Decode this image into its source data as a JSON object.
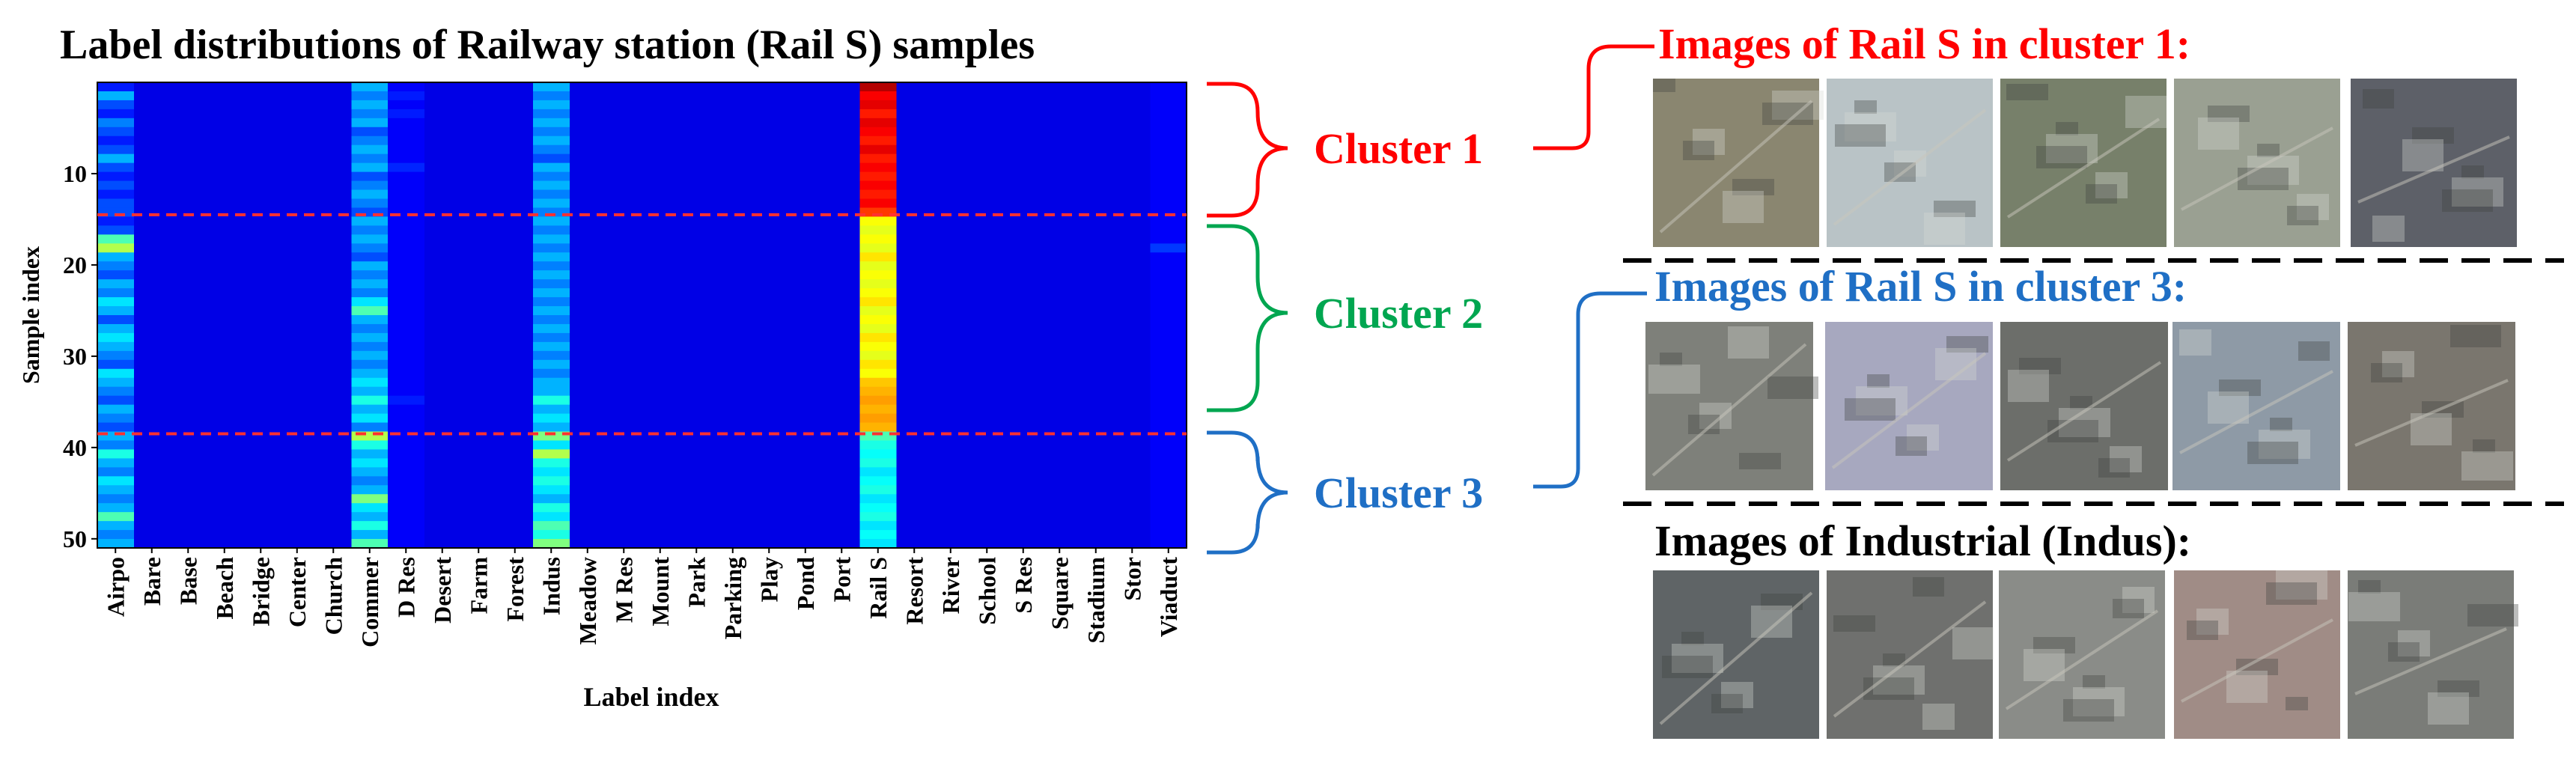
{
  "chart_data": {
    "type": "heatmap",
    "title": "Label distributions of Railway station (Rail S) samples",
    "xlabel": "Label index",
    "ylabel": "Sample index",
    "x_categories": [
      "Airpo",
      "Bare",
      "Base",
      "Beach",
      "Bridge",
      "Center",
      "Church",
      "Commer",
      "D Res",
      "Desert",
      "Farm",
      "Forest",
      "Indus",
      "Meadow",
      "M Res",
      "Mount",
      "Park",
      "Parking",
      "Play",
      "Pond",
      "Port",
      "Rail S",
      "Resort",
      "River",
      "School",
      "S Res",
      "Square",
      "Stadium",
      "Stor",
      "Viaduct"
    ],
    "y_ticks": [
      10,
      20,
      30,
      40,
      50
    ],
    "y_range": [
      0,
      51
    ],
    "n_samples": 52,
    "colormap": "jet",
    "cluster_boundaries": [
      14.5,
      38.5
    ],
    "columns": {
      "Airpo": [
        0.15,
        0.3,
        0.2,
        0.15,
        0.25,
        0.2,
        0.15,
        0.2,
        0.3,
        0.2,
        0.15,
        0.2,
        0.15,
        0.2,
        0.2,
        0.15,
        0.2,
        0.45,
        0.55,
        0.3,
        0.25,
        0.2,
        0.3,
        0.25,
        0.35,
        0.3,
        0.2,
        0.3,
        0.35,
        0.3,
        0.25,
        0.2,
        0.35,
        0.3,
        0.25,
        0.2,
        0.3,
        0.25,
        0.2,
        0.3,
        0.25,
        0.4,
        0.3,
        0.25,
        0.35,
        0.3,
        0.25,
        0.3,
        0.45,
        0.3,
        0.25,
        0.3
      ],
      "Commer": [
        0.3,
        0.25,
        0.3,
        0.25,
        0.3,
        0.2,
        0.25,
        0.3,
        0.25,
        0.3,
        0.2,
        0.25,
        0.3,
        0.25,
        0.2,
        0.3,
        0.25,
        0.3,
        0.25,
        0.2,
        0.3,
        0.25,
        0.3,
        0.25,
        0.35,
        0.45,
        0.3,
        0.25,
        0.3,
        0.25,
        0.3,
        0.25,
        0.3,
        0.35,
        0.3,
        0.4,
        0.3,
        0.35,
        0.25,
        0.55,
        0.4,
        0.3,
        0.35,
        0.3,
        0.25,
        0.3,
        0.5,
        0.35,
        0.3,
        0.4,
        0.3,
        0.45
      ],
      "Indus": [
        0.3,
        0.25,
        0.3,
        0.25,
        0.3,
        0.25,
        0.3,
        0.25,
        0.2,
        0.3,
        0.25,
        0.3,
        0.25,
        0.3,
        0.25,
        0.3,
        0.25,
        0.3,
        0.25,
        0.3,
        0.25,
        0.3,
        0.25,
        0.3,
        0.25,
        0.3,
        0.25,
        0.3,
        0.25,
        0.3,
        0.25,
        0.3,
        0.25,
        0.3,
        0.3,
        0.4,
        0.3,
        0.35,
        0.3,
        0.5,
        0.35,
        0.55,
        0.4,
        0.35,
        0.4,
        0.35,
        0.3,
        0.4,
        0.35,
        0.45,
        0.4,
        0.5
      ],
      "Rail S": [
        0.95,
        0.88,
        0.9,
        0.85,
        0.9,
        0.88,
        0.85,
        0.9,
        0.85,
        0.88,
        0.85,
        0.88,
        0.85,
        0.88,
        0.82,
        0.62,
        0.6,
        0.62,
        0.6,
        0.65,
        0.6,
        0.62,
        0.6,
        0.62,
        0.65,
        0.6,
        0.62,
        0.6,
        0.65,
        0.62,
        0.6,
        0.65,
        0.62,
        0.68,
        0.7,
        0.72,
        0.7,
        0.72,
        0.7,
        0.45,
        0.4,
        0.38,
        0.4,
        0.35,
        0.38,
        0.4,
        0.35,
        0.38,
        0.4,
        0.35,
        0.38,
        0.35
      ],
      "D Res": [
        0.12,
        0.15,
        0.12,
        0.15,
        0.12,
        0.12,
        0.12,
        0.12,
        0.12,
        0.16,
        0.12,
        0.12,
        0.12,
        0.12,
        0.12,
        0.12,
        0.12,
        0.12,
        0.12,
        0.12,
        0.12,
        0.12,
        0.12,
        0.12,
        0.12,
        0.12,
        0.12,
        0.12,
        0.12,
        0.12,
        0.12,
        0.12,
        0.12,
        0.12,
        0.12,
        0.15,
        0.12,
        0.12,
        0.12,
        0.12,
        0.12,
        0.12,
        0.12,
        0.12,
        0.12,
        0.12,
        0.12,
        0.12,
        0.12,
        0.12,
        0.12,
        0.12
      ],
      "Viaduct": [
        0.12,
        0.12,
        0.12,
        0.12,
        0.12,
        0.12,
        0.12,
        0.12,
        0.12,
        0.12,
        0.12,
        0.12,
        0.12,
        0.12,
        0.12,
        0.12,
        0.12,
        0.12,
        0.18,
        0.12,
        0.12,
        0.12,
        0.12,
        0.12,
        0.12,
        0.12,
        0.12,
        0.12,
        0.12,
        0.12,
        0.12,
        0.12,
        0.12,
        0.12,
        0.12,
        0.12,
        0.12,
        0.12,
        0.12,
        0.12,
        0.12,
        0.12,
        0.12,
        0.12,
        0.12,
        0.12,
        0.12,
        0.12,
        0.12,
        0.12,
        0.12,
        0.12
      ]
    },
    "baseline": 0.1
  },
  "clusters": [
    {
      "label": "Cluster 1",
      "color": "#ff0000"
    },
    {
      "label": "Cluster 2",
      "color": "#00a650"
    },
    {
      "label": "Cluster 3",
      "color": "#1f6fc5"
    }
  ],
  "panels": [
    {
      "title": "Images of Rail S in cluster 1:",
      "color": "#ff0000"
    },
    {
      "title": "Images of Rail S in cluster 3:",
      "color": "#1f6fc5"
    },
    {
      "title": "Images of Industrial (Indus):",
      "color": "#000000"
    }
  ]
}
